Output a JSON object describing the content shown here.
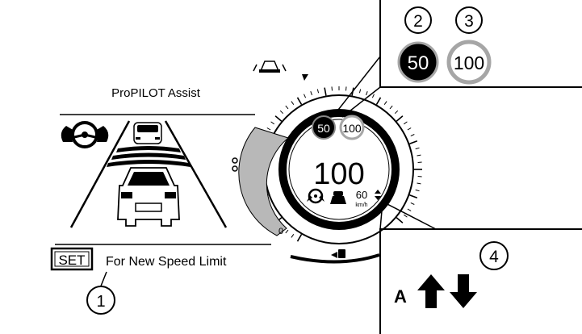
{
  "display": {
    "system_label": "ProPILOT Assist",
    "set_label": "SET",
    "set_message": "For New Speed Limit",
    "current_speed": "100",
    "set_speed": "60",
    "speed_unit": "km/h",
    "scale_zero": "0",
    "sign_small_1": "50",
    "sign_small_2": "100"
  },
  "callouts": {
    "c1": "1",
    "c2": "2",
    "c3": "3",
    "c4": "4",
    "sign_2": "50",
    "sign_3": "100",
    "arrows_label": "A"
  },
  "colors": {
    "ink": "#000000",
    "gauge_fill": "#b8b8b8",
    "sign_ring": "#a6a6a6"
  }
}
